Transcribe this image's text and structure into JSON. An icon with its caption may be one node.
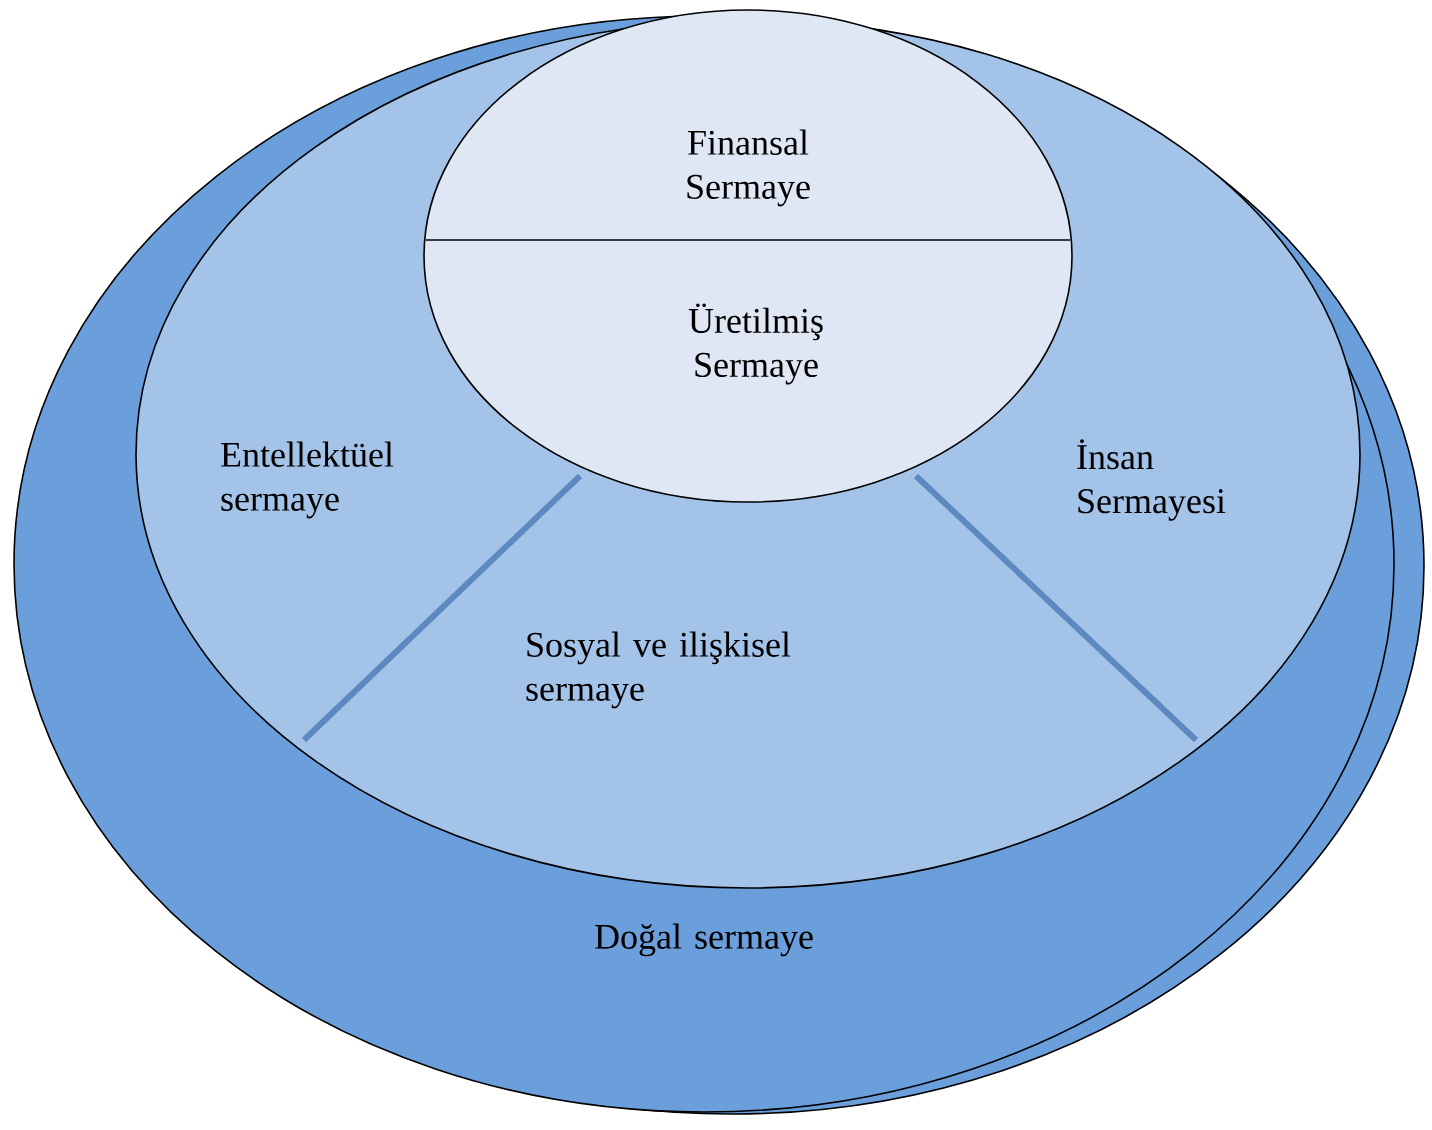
{
  "diagram": {
    "nodes": [
      {
        "text": [
          "Doğal sermaye"
        ]
      },
      {
        "text": [
          "Entellektüel sermaye",
          "İnsan Sermayesi",
          "Sosyal ve ilişkisel sermaye"
        ],
        "in": 0
      },
      {
        "text": [
          "Finansal Sermaye",
          "Üretilmiş Sermaye"
        ],
        "in": 1
      }
    ]
  }
}
